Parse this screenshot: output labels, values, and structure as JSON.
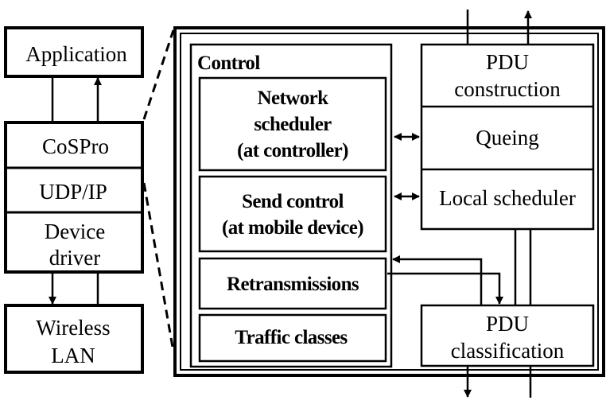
{
  "stack": {
    "application": "Application",
    "cospro": "CoSPro",
    "udpip": "UDP/IP",
    "device_driver": [
      "Device",
      "driver"
    ],
    "wireless_lan": [
      "Wireless",
      "LAN"
    ]
  },
  "control": {
    "title": "Control",
    "network_scheduler": [
      "Network",
      "scheduler",
      "(at controller)"
    ],
    "send_control": [
      "Send control",
      "(at mobile device)"
    ],
    "retransmissions": "Retransmissions",
    "traffic_classes": "Traffic classes"
  },
  "pdu": {
    "construction": [
      "PDU",
      "construction"
    ],
    "queuing": "Queing",
    "local_scheduler": "Local scheduler",
    "classification": [
      "PDU",
      "classification"
    ]
  }
}
